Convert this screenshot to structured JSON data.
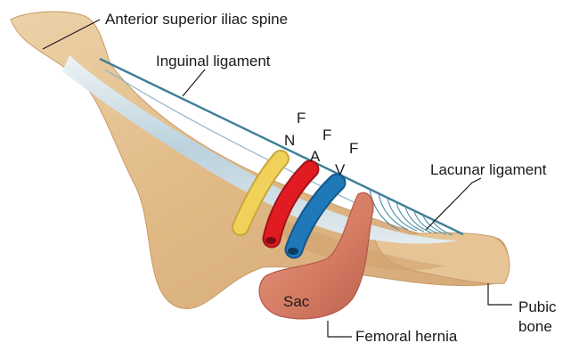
{
  "labels": {
    "asis": "Anterior superior iliac spine",
    "inguinal": "Inguinal ligament",
    "lacunar": "Lacunar ligament",
    "pubic_line1": "Pubic",
    "pubic_line2": "bone",
    "sac": "Sac",
    "femoral_hernia": "Femoral hernia"
  },
  "acronym": {
    "nerve": {
      "top": "F",
      "bottom": "N"
    },
    "artery": {
      "top": "F",
      "bottom": "A"
    },
    "vein": {
      "top": "F",
      "bottom": "V"
    }
  },
  "colors": {
    "bone": "#e2bd8d",
    "bone_shadow": "#c99e6c",
    "ligament": "#4f8fa8",
    "ligament_fill": "#c9dde8",
    "nerve": "#f0d25a",
    "artery": "#e11b22",
    "vein": "#1f78b8",
    "sac": "#d98468",
    "sac_shadow": "#b4584a"
  }
}
